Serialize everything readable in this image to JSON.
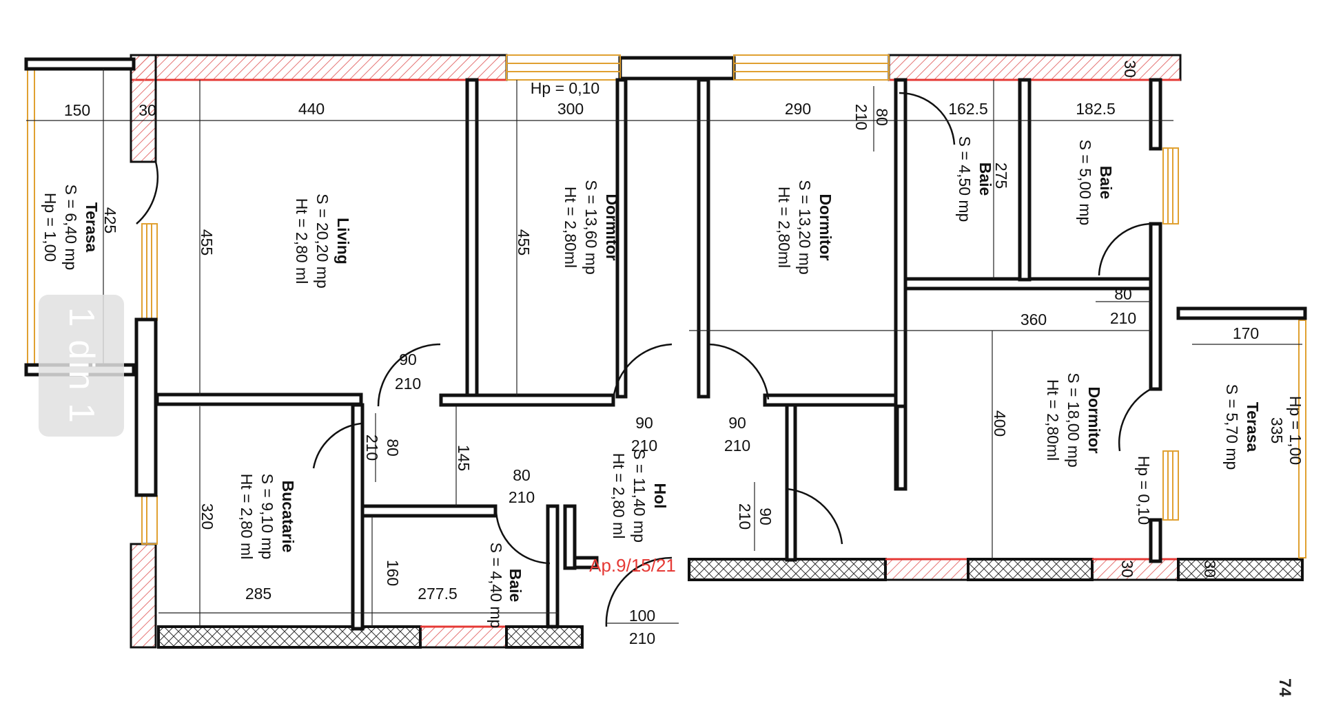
{
  "document": {
    "apartment_label": "Ap.9/15/21",
    "page_indicator": "1 din 1",
    "status_battery": "74"
  },
  "rooms": {
    "terasa_left": {
      "name": "Terasa",
      "area": "S = 6,40 mp",
      "height": "Hp = 1,00"
    },
    "living": {
      "name": "Living",
      "area": "S = 20,20 mp",
      "height": "Ht = 2,80 ml"
    },
    "dormitor_1": {
      "name": "Dormitor",
      "area": "S = 13,60 mp",
      "height": "Ht = 2,80ml"
    },
    "dormitor_2": {
      "name": "Dormitor",
      "area": "S = 13,20 mp",
      "height": "Ht = 2,80ml"
    },
    "baie_1": {
      "name": "Baie",
      "area": "S = 4,50 mp"
    },
    "baie_2": {
      "name": "Baie",
      "area": "S = 5,00 mp"
    },
    "dormitor_3": {
      "name": "Dormitor",
      "area": "S = 18,00 mp",
      "height": "Ht = 2,80ml"
    },
    "terasa_right": {
      "name": "Terasa",
      "area": "S = 5,70 mp",
      "height": "Hp = 1,00"
    },
    "hol": {
      "name": "Hol",
      "area": "S = 11,40 mp",
      "height": "Ht = 2,80 ml"
    },
    "bucatarie": {
      "name": "Bucatarie",
      "area": "S = 9,10 mp",
      "height": "Ht = 2,80 ml"
    },
    "baie_3": {
      "name": "Baie",
      "area": "S = 4,40 mp"
    }
  },
  "dimensions": {
    "d150": "150",
    "d30a": "30",
    "d440": "440",
    "d300": "300",
    "d290": "290",
    "d1625": "162.5",
    "d1825": "182.5",
    "d30b": "30",
    "d210a": "210",
    "d80a": "80",
    "hp010a": "Hp = 0,10",
    "d425": "425",
    "d455a": "455",
    "d455b": "455",
    "d275": "275",
    "d80b": "80",
    "d210b": "210",
    "d360": "360",
    "d170": "170",
    "d90a": "90",
    "d210c": "210",
    "d400": "400",
    "d335": "335",
    "hp100r": "Hp = 1,00",
    "hp010b": "Hp = 0,10",
    "d90b": "90",
    "d210d": "210",
    "d90c": "90",
    "d210e": "210",
    "d210f": "210",
    "d80c": "80",
    "d145": "145",
    "d80d": "80",
    "d210g": "210",
    "d210h": "210",
    "d90d": "90",
    "d320": "320",
    "d160": "160",
    "d285": "285",
    "d2775": "277.5",
    "d100": "100",
    "d210i": "210",
    "d30c": "30",
    "d30d": "30"
  },
  "colors": {
    "wall": "#111111",
    "hatch_red": "#e53935",
    "window_frame": "#e0a030",
    "page_indicator_bg": "#e1e1e1"
  }
}
